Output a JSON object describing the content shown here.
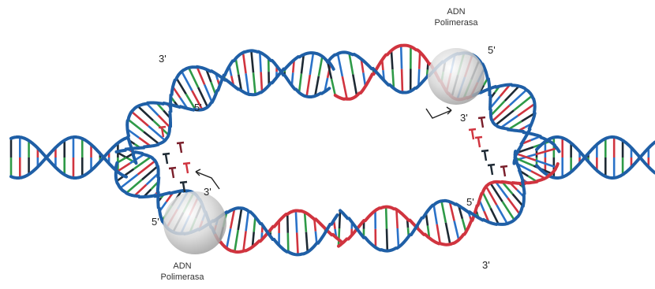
{
  "labels": {
    "polymerase_top": [
      "ADN",
      "Polimerasa"
    ],
    "polymerase_bottom": [
      "ADN",
      "Polimerasa"
    ],
    "top_left_3": "3'",
    "top_left_5": "5'",
    "top_right_5": "5'",
    "top_right_3": "3'",
    "bottom_left_3": "3'",
    "bottom_left_5": "5'",
    "bottom_right_5": "5'",
    "bottom_right_3": "3'"
  },
  "colors": {
    "parental_strand": "#1f5fa6",
    "new_strand": "#d0343f",
    "base_pair_colors": [
      "#2e9a47",
      "#d0343f",
      "#1e2a34",
      "#2a72c8"
    ],
    "polymerase": "#c9c9c9"
  }
}
